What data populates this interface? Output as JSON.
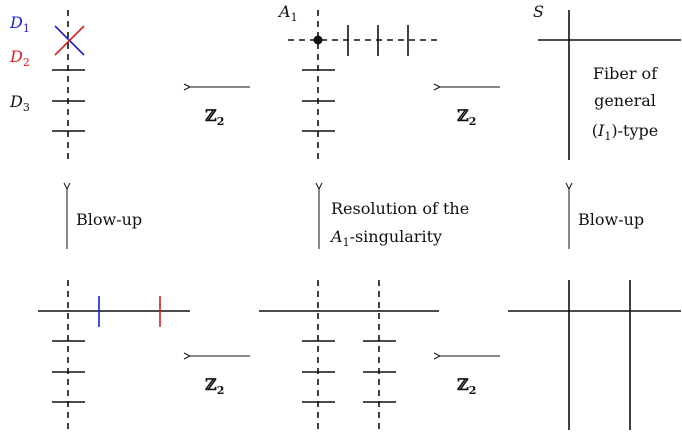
{
  "labels": {
    "d1": "D",
    "d1_sub": "1",
    "d2": "D",
    "d2_sub": "2",
    "d3": "D",
    "d3_sub": "3",
    "a1": "A",
    "a1_sub": "1",
    "s": "S",
    "fiber_line1": "Fiber of",
    "fiber_line2": "general",
    "fiber_line3_open": "(",
    "fiber_line3_i": "I",
    "fiber_line3_sub": "1",
    "fiber_line3_close": ")-type",
    "blowup_left": "Blow-up",
    "blowup_right": "Blow-up",
    "resolution_line1": "Resolution of the",
    "resolution_line2_a": "A",
    "resolution_line2_sub": "1",
    "resolution_line2_rest": "-singularity",
    "z2": "ℤ",
    "z2_sub": "2"
  },
  "colors": {
    "d1": "#1f1fcc",
    "d2": "#d42020",
    "black": "#111111"
  }
}
